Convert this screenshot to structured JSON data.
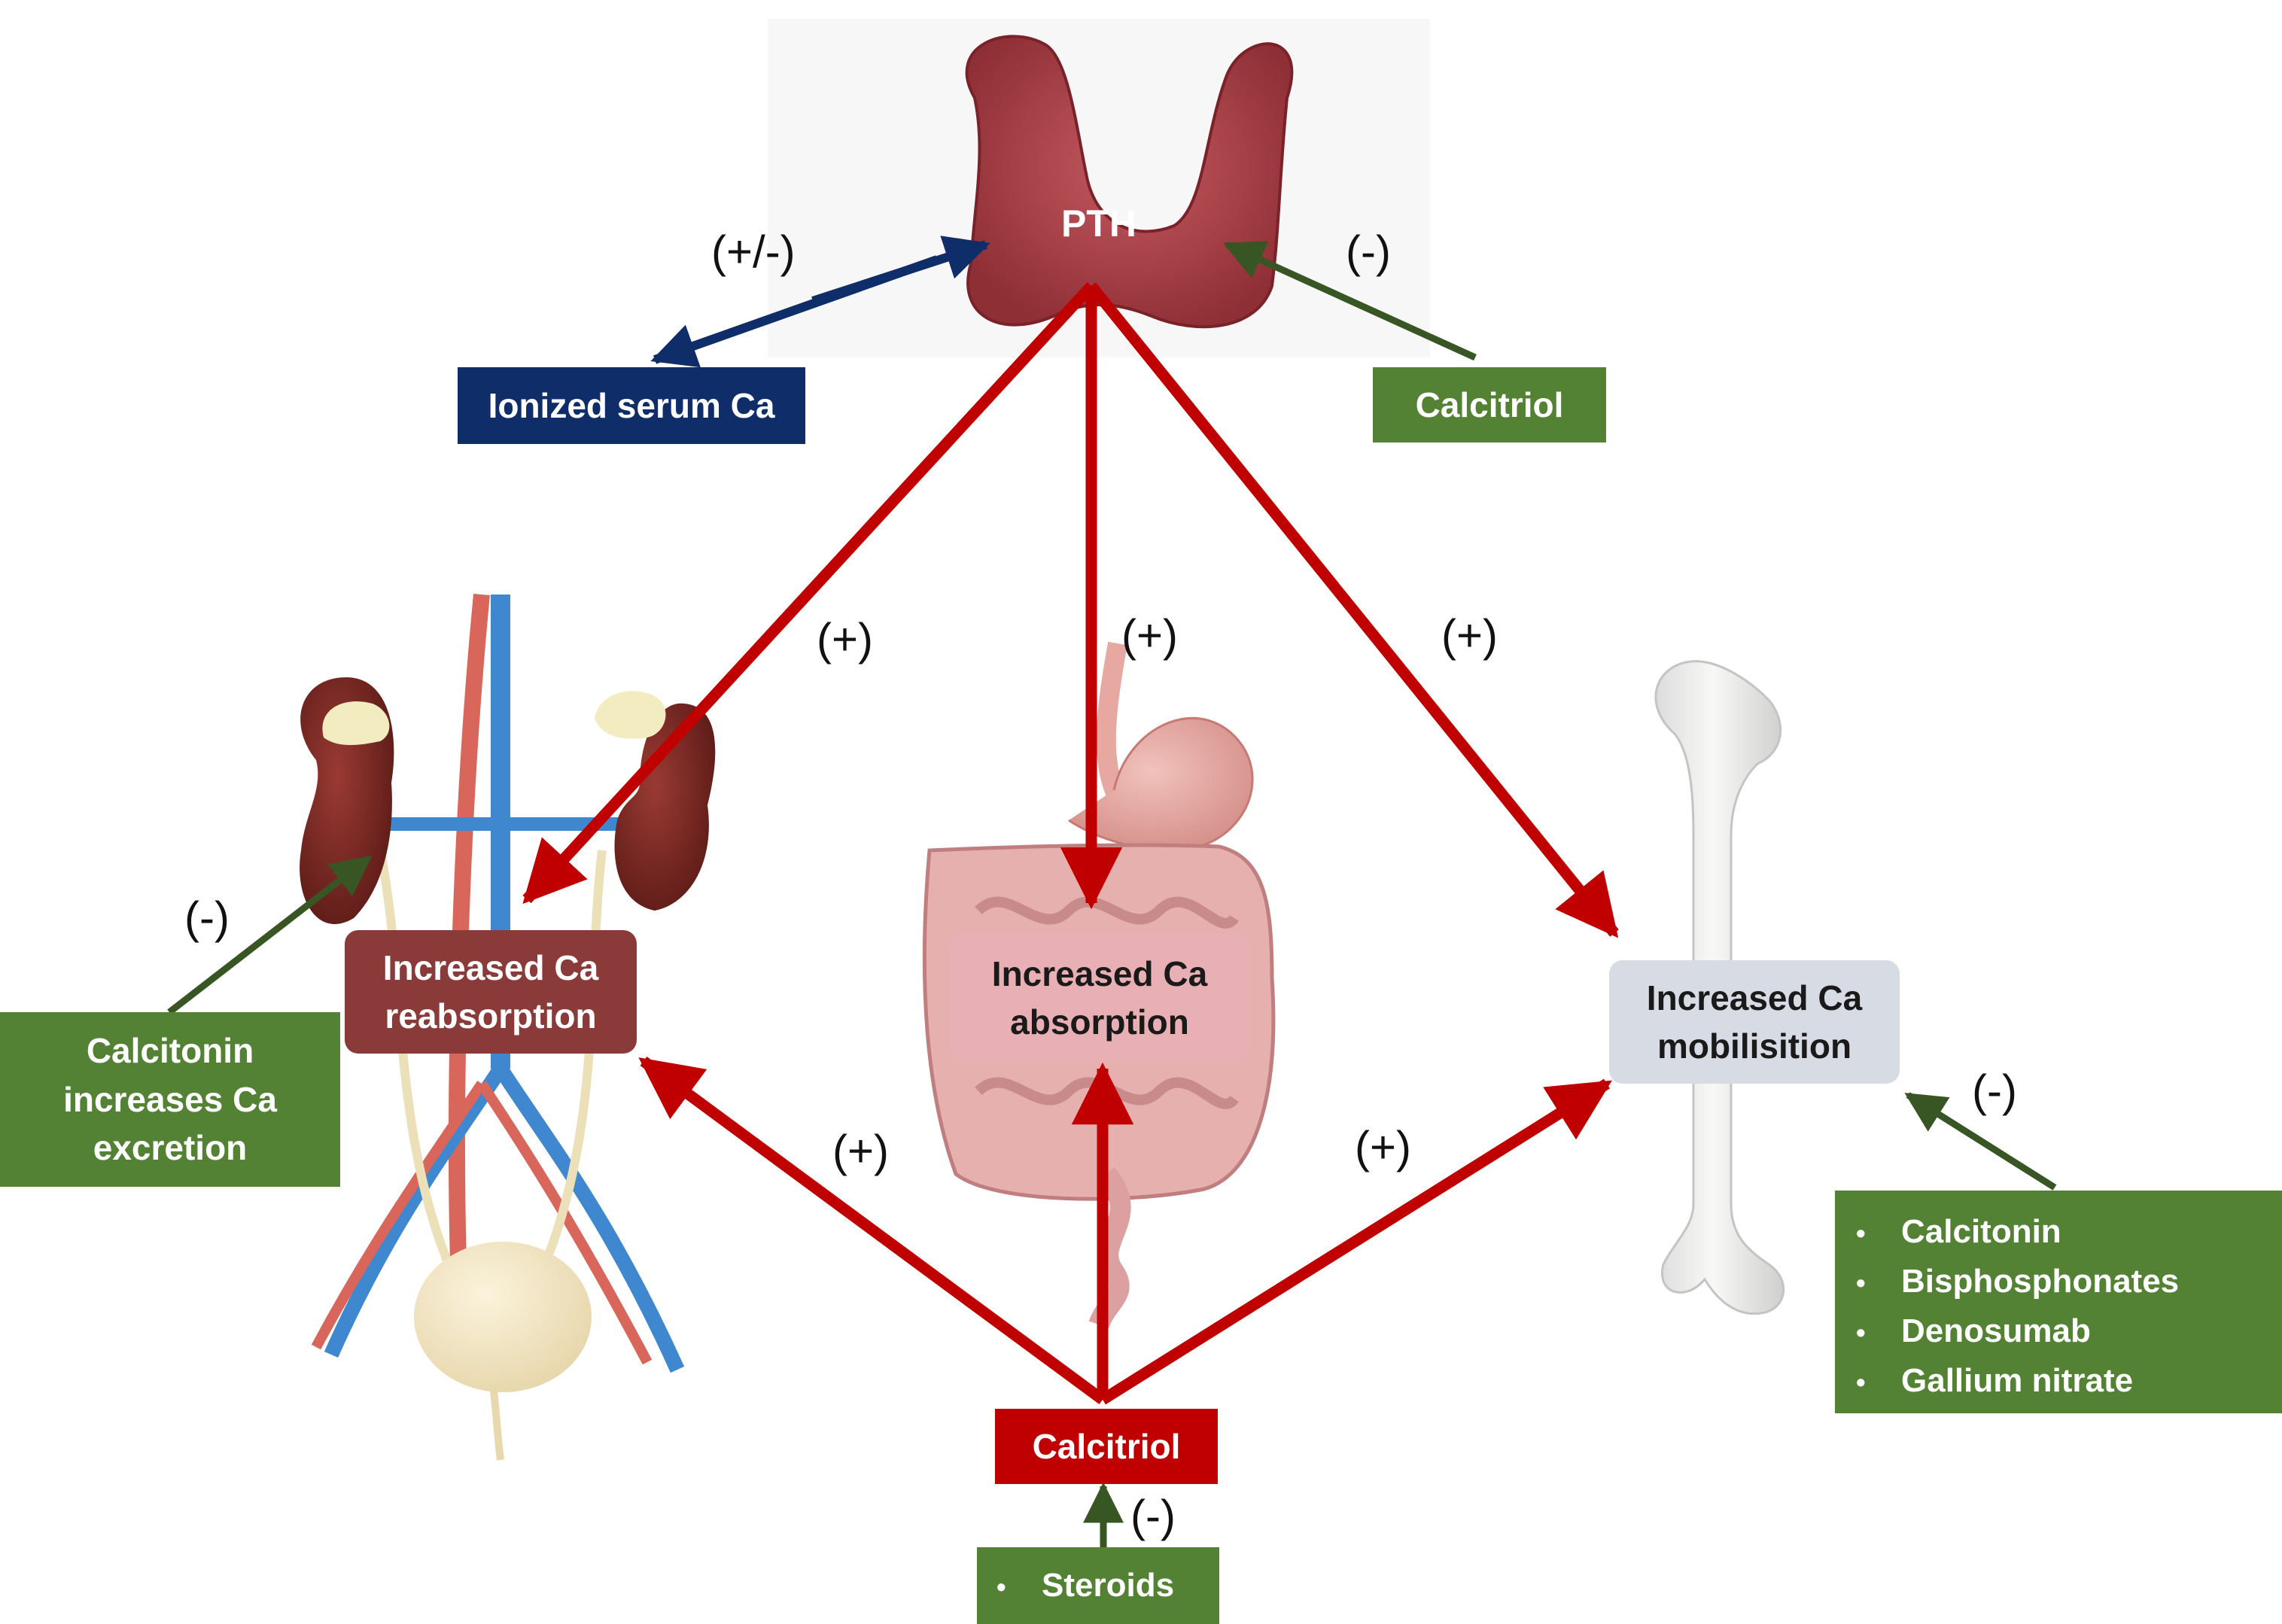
{
  "gland_label": "PTH",
  "boxes": {
    "ionized_serum_ca": "Ionized serum Ca",
    "calcitriol_top": "Calcitriol",
    "calcitriol_bottom": "Calcitriol",
    "reabsorption": "Increased Ca\nreabsorption",
    "absorption": "Increased Ca\nabsorption",
    "mobilisation": "Increased Ca\nmobilisition",
    "calcitonin_excretion": "Calcitonin\nincreases Ca\nexcretion"
  },
  "inhibitors_bone": [
    "Calcitonin",
    "Bisphosphonates",
    "Denosumab",
    "Gallium nitrate"
  ],
  "inhibitors_calcitriol": [
    "Steroids"
  ],
  "bullet": "•",
  "signs": {
    "pth_serum": "(+/-)",
    "calcitriol_pth": "(-)",
    "pth_kidney": "(+)",
    "pth_gut": "(+)",
    "pth_bone": "(+)",
    "calcitonin_kidney": "(-)",
    "calcitriol_kidney": "(+)",
    "calcitriol_bone": "(+)",
    "bone_inhibitors": "(-)",
    "steroids_calcitriol": "(-)"
  },
  "colors": {
    "stimulation_arrow": "#c00000",
    "inhibition_arrow": "#375623",
    "feedback_arrow": "#0f2d69",
    "inhibitor_box": "#548235",
    "reabsorption_box": "#8b3a3a",
    "absorption_box": "#e8b0b4",
    "mobilisation_box": "#d6dbe4",
    "thyroid": "#b4474f",
    "kidney": "#7a2a26",
    "vein": "#3f88cf",
    "artery": "#d9665a",
    "bone": "#eeeeec",
    "intestine": "#dca0a0"
  }
}
